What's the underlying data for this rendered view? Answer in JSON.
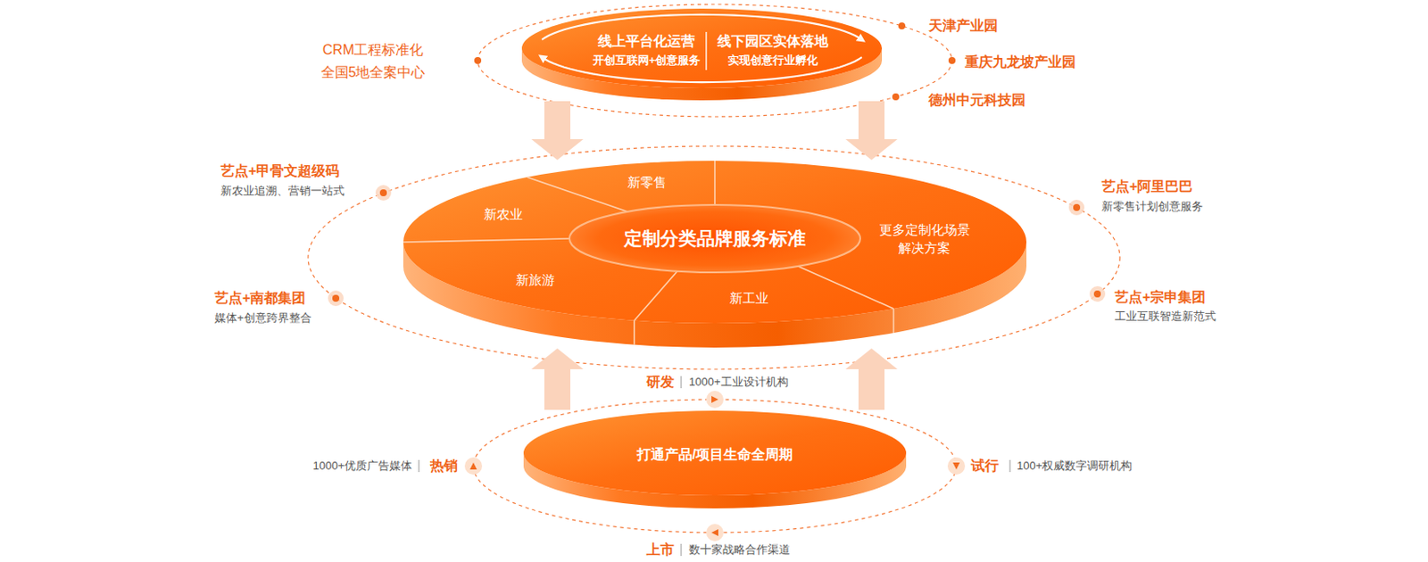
{
  "diagram": {
    "nodes": [
      {
        "text": [
          "线上平台化运营",
          "开创互联网+创意服务",
          "线下园区实体落地",
          "实现创意行业孵化"
        ]
      },
      {
        "text": [
          "定制分类品牌服务标准"
        ]
      },
      {
        "text": [
          "新零售"
        ],
        "in": 1
      },
      {
        "text": [
          "新农业"
        ],
        "in": 1
      },
      {
        "text": [
          "更多定制化场景 解决方案"
        ],
        "in": 1
      },
      {
        "text": [
          "新旅游"
        ],
        "in": 1
      },
      {
        "text": [
          "新工业"
        ],
        "in": 1
      },
      {
        "text": [
          "打通产品/项目生命全周期"
        ]
      }
    ],
    "edges": [
      {
        "from": 0,
        "to": 1,
        "arrow": "to"
      },
      {
        "from": 0,
        "to": 1,
        "arrow": "to"
      },
      {
        "from": 7,
        "to": 1,
        "arrow": "to"
      },
      {
        "from": 7,
        "to": 1,
        "arrow": "to"
      }
    ],
    "labels": [
      "CRM工程标准化 全国5地全案中心",
      "天津产业园",
      "重庆九龙坡产业园",
      "德州中元科技园",
      "艺点+甲骨文超级码",
      "新农业追溯、营销一站式",
      "艺点+阿里巴巴",
      "新零售计划创意服务",
      "艺点+南都集团",
      "媒体+创意跨界整合",
      "艺点+宗申集团",
      "工业互联智造新范式",
      "研发",
      "1000+工业设计机构",
      "1000+优质广告媒体",
      "热销",
      "试行",
      "100+权威数字调研机构",
      "上市",
      "数十家战略合作渠道"
    ]
  }
}
